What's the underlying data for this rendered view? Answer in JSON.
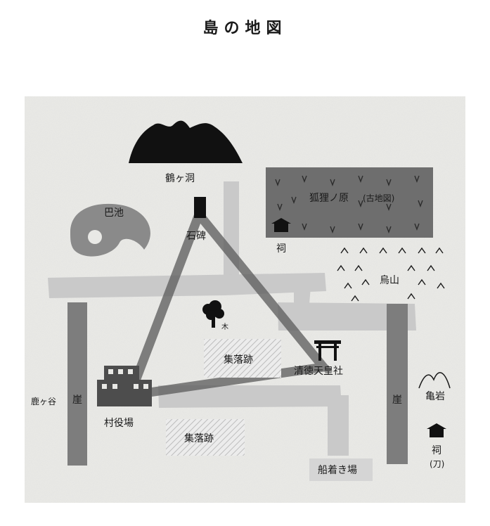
{
  "title": "島の地図",
  "colors": {
    "paper": "#e9e9e6",
    "road": "#c9c9c9",
    "cliff": "#7d7d7d",
    "pond": "#8a8a8a",
    "field": "#6e6e6e",
    "dark": "#111111",
    "village": "#4d4d4d",
    "triangle": "#595959"
  },
  "labels": {
    "cave": "鶴ヶ洞",
    "pond": "巴池",
    "stele": "石碑",
    "field": "狐狸ノ原",
    "field_note": "(古地図)",
    "shrine_north": "祠",
    "crow_mountain": "烏山",
    "tree": "木",
    "ruins_upper": "集落跡",
    "ruins_lower": "集落跡",
    "shrine_main": "清徳天皇社",
    "valley": "鹿ヶ谷",
    "cliff_left": "崖",
    "cliff_right": "崖",
    "village_office": "村役場",
    "turtle_rock": "亀岩",
    "shrine_south": "祠",
    "shrine_south_note": "(刀)",
    "boat_landing": "船着き場"
  }
}
